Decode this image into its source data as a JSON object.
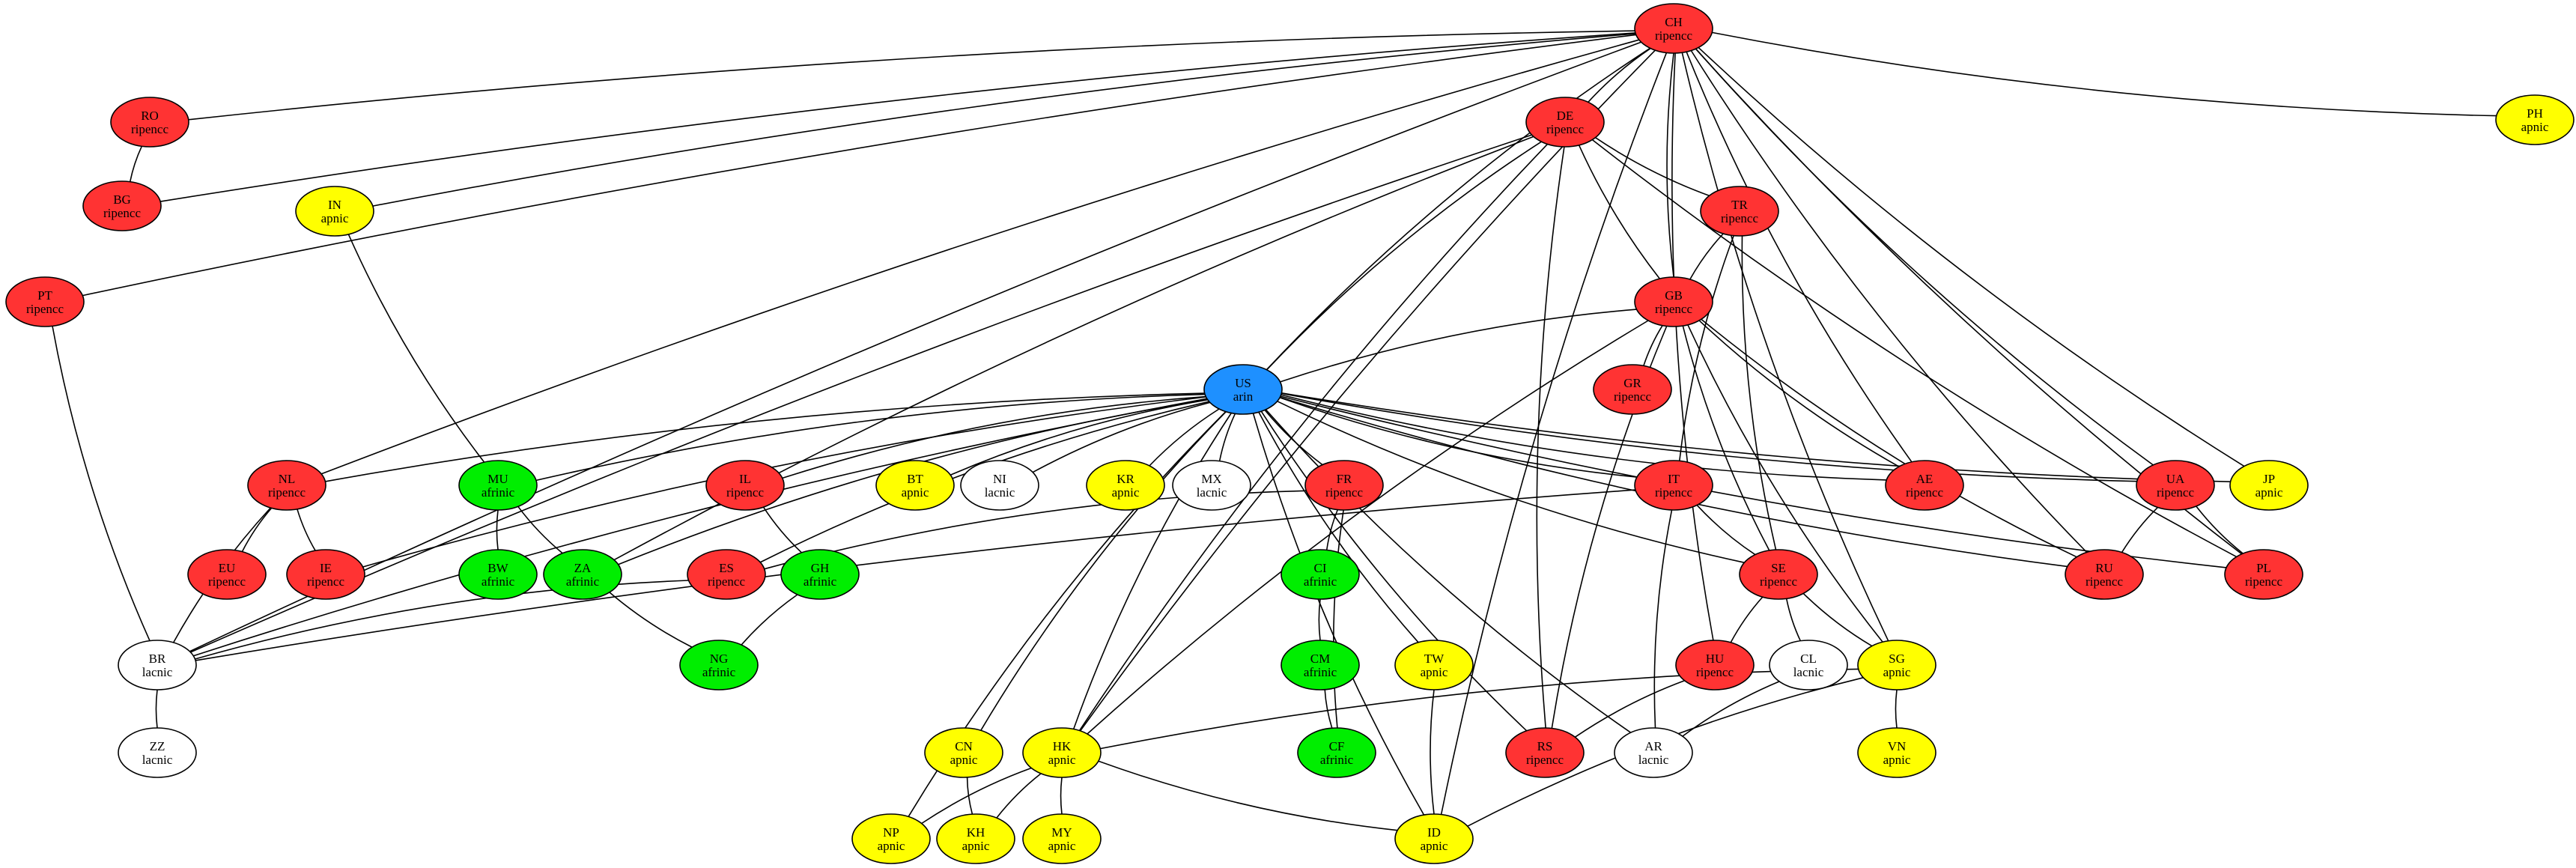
{
  "colors": {
    "ripencc": "#ff3333",
    "arin": "#1e90ff",
    "apnic": "#ffff00",
    "afrinic": "#00ee00",
    "lacnic": "#ffffff",
    "edge": "#000000"
  },
  "nodes": [
    {
      "id": "CH",
      "country": "CH",
      "registry": "ripencc"
    },
    {
      "id": "PH",
      "country": "PH",
      "registry": "apnic"
    },
    {
      "id": "RO",
      "country": "RO",
      "registry": "ripencc"
    },
    {
      "id": "BG",
      "country": "BG",
      "registry": "ripencc"
    },
    {
      "id": "DE",
      "country": "DE",
      "registry": "ripencc"
    },
    {
      "id": "IN",
      "country": "IN",
      "registry": "apnic"
    },
    {
      "id": "TR",
      "country": "TR",
      "registry": "ripencc"
    },
    {
      "id": "PT",
      "country": "PT",
      "registry": "ripencc"
    },
    {
      "id": "GB",
      "country": "GB",
      "registry": "ripencc"
    },
    {
      "id": "GR",
      "country": "GR",
      "registry": "ripencc"
    },
    {
      "id": "US",
      "country": "US",
      "registry": "arin"
    },
    {
      "id": "NL",
      "country": "NL",
      "registry": "ripencc"
    },
    {
      "id": "MU",
      "country": "MU",
      "registry": "afrinic"
    },
    {
      "id": "IL",
      "country": "IL",
      "registry": "ripencc"
    },
    {
      "id": "BT",
      "country": "BT",
      "registry": "apnic"
    },
    {
      "id": "NI",
      "country": "NI",
      "registry": "lacnic"
    },
    {
      "id": "KR",
      "country": "KR",
      "registry": "apnic"
    },
    {
      "id": "MX",
      "country": "MX",
      "registry": "lacnic"
    },
    {
      "id": "FR",
      "country": "FR",
      "registry": "ripencc"
    },
    {
      "id": "IT",
      "country": "IT",
      "registry": "ripencc"
    },
    {
      "id": "AE",
      "country": "AE",
      "registry": "ripencc"
    },
    {
      "id": "UA",
      "country": "UA",
      "registry": "ripencc"
    },
    {
      "id": "JP",
      "country": "JP",
      "registry": "apnic"
    },
    {
      "id": "EU",
      "country": "EU",
      "registry": "ripencc"
    },
    {
      "id": "IE",
      "country": "IE",
      "registry": "ripencc"
    },
    {
      "id": "BW",
      "country": "BW",
      "registry": "afrinic"
    },
    {
      "id": "ZA",
      "country": "ZA",
      "registry": "afrinic"
    },
    {
      "id": "ES",
      "country": "ES",
      "registry": "ripencc"
    },
    {
      "id": "GH",
      "country": "GH",
      "registry": "afrinic"
    },
    {
      "id": "CI",
      "country": "CI",
      "registry": "afrinic"
    },
    {
      "id": "SE",
      "country": "SE",
      "registry": "ripencc"
    },
    {
      "id": "RU",
      "country": "RU",
      "registry": "ripencc"
    },
    {
      "id": "PL",
      "country": "PL",
      "registry": "ripencc"
    },
    {
      "id": "BR",
      "country": "BR",
      "registry": "lacnic"
    },
    {
      "id": "NG",
      "country": "NG",
      "registry": "afrinic"
    },
    {
      "id": "CM",
      "country": "CM",
      "registry": "afrinic"
    },
    {
      "id": "TW",
      "country": "TW",
      "registry": "apnic"
    },
    {
      "id": "HU",
      "country": "HU",
      "registry": "ripencc"
    },
    {
      "id": "CL",
      "country": "CL",
      "registry": "lacnic"
    },
    {
      "id": "SG",
      "country": "SG",
      "registry": "apnic"
    },
    {
      "id": "ZZ",
      "country": "ZZ",
      "registry": "lacnic"
    },
    {
      "id": "CN",
      "country": "CN",
      "registry": "apnic"
    },
    {
      "id": "HK",
      "country": "HK",
      "registry": "apnic"
    },
    {
      "id": "CF",
      "country": "CF",
      "registry": "afrinic"
    },
    {
      "id": "RS",
      "country": "RS",
      "registry": "ripencc"
    },
    {
      "id": "AR",
      "country": "AR",
      "registry": "lacnic"
    },
    {
      "id": "VN",
      "country": "VN",
      "registry": "apnic"
    },
    {
      "id": "NP",
      "country": "NP",
      "registry": "apnic"
    },
    {
      "id": "KH",
      "country": "KH",
      "registry": "apnic"
    },
    {
      "id": "MY",
      "country": "MY",
      "registry": "apnic"
    },
    {
      "id": "ID",
      "country": "ID",
      "registry": "apnic"
    }
  ],
  "edges": [
    [
      "CH",
      "PH"
    ],
    [
      "CH",
      "RO"
    ],
    [
      "CH",
      "BG"
    ],
    [
      "CH",
      "PT"
    ],
    [
      "CH",
      "IN"
    ],
    [
      "CH",
      "DE"
    ],
    [
      "CH",
      "NL"
    ],
    [
      "CH",
      "BR"
    ],
    [
      "CH",
      "US"
    ],
    [
      "CH",
      "GB"
    ],
    [
      "CH",
      "HK"
    ],
    [
      "CH",
      "AE"
    ],
    [
      "CH",
      "RU"
    ],
    [
      "CH",
      "JP"
    ],
    [
      "CH",
      "UA"
    ],
    [
      "CH",
      "PL"
    ],
    [
      "CH",
      "HU"
    ],
    [
      "CH",
      "SG"
    ],
    [
      "CH",
      "ID"
    ],
    [
      "RO",
      "BG"
    ],
    [
      "PT",
      "BR"
    ],
    [
      "IN",
      "MU"
    ],
    [
      "DE",
      "TR"
    ],
    [
      "DE",
      "GB"
    ],
    [
      "DE",
      "US"
    ],
    [
      "DE",
      "RS"
    ],
    [
      "DE",
      "BR"
    ],
    [
      "DE",
      "ZA"
    ],
    [
      "DE",
      "HK"
    ],
    [
      "DE",
      "PL"
    ],
    [
      "TR",
      "GB"
    ],
    [
      "TR",
      "IT"
    ],
    [
      "TR",
      "SE"
    ],
    [
      "GB",
      "GR"
    ],
    [
      "GB",
      "US"
    ],
    [
      "GB",
      "AE"
    ],
    [
      "GB",
      "RU"
    ],
    [
      "GB",
      "SE"
    ],
    [
      "GB",
      "RS"
    ],
    [
      "GB",
      "HK"
    ],
    [
      "GB",
      "SG"
    ],
    [
      "US",
      "NL"
    ],
    [
      "US",
      "MU"
    ],
    [
      "US",
      "IL"
    ],
    [
      "US",
      "BT"
    ],
    [
      "US",
      "NI"
    ],
    [
      "US",
      "KR"
    ],
    [
      "US",
      "MX"
    ],
    [
      "US",
      "FR"
    ],
    [
      "US",
      "IT"
    ],
    [
      "US",
      "AE"
    ],
    [
      "US",
      "UA"
    ],
    [
      "US",
      "JP"
    ],
    [
      "US",
      "IE"
    ],
    [
      "US",
      "BR"
    ],
    [
      "US",
      "ZA"
    ],
    [
      "US",
      "ES"
    ],
    [
      "US",
      "SE"
    ],
    [
      "US",
      "RU"
    ],
    [
      "US",
      "PL"
    ],
    [
      "US",
      "NP"
    ],
    [
      "US",
      "CN"
    ],
    [
      "US",
      "HK"
    ],
    [
      "US",
      "ID"
    ],
    [
      "US",
      "TW"
    ],
    [
      "US",
      "RS"
    ],
    [
      "US",
      "AR"
    ],
    [
      "NL",
      "EU"
    ],
    [
      "NL",
      "IE"
    ],
    [
      "NL",
      "BR"
    ],
    [
      "MU",
      "BW"
    ],
    [
      "MU",
      "ZA"
    ],
    [
      "IL",
      "GH"
    ],
    [
      "FR",
      "ES"
    ],
    [
      "FR",
      "CI"
    ],
    [
      "FR",
      "CF"
    ],
    [
      "IT",
      "SE"
    ],
    [
      "IT",
      "AR"
    ],
    [
      "IT",
      "BR"
    ],
    [
      "UA",
      "RU"
    ],
    [
      "UA",
      "PL"
    ],
    [
      "ZA",
      "NG"
    ],
    [
      "ES",
      "BR"
    ],
    [
      "GH",
      "NG"
    ],
    [
      "CI",
      "CM"
    ],
    [
      "CM",
      "CF"
    ],
    [
      "SE",
      "HU"
    ],
    [
      "SE",
      "CL"
    ],
    [
      "SE",
      "SG"
    ],
    [
      "BR",
      "ZZ"
    ],
    [
      "TW",
      "ID"
    ],
    [
      "HU",
      "RS"
    ],
    [
      "CL",
      "AR"
    ],
    [
      "SG",
      "VN"
    ],
    [
      "SG",
      "HK"
    ],
    [
      "SG",
      "ID"
    ],
    [
      "CN",
      "KH"
    ],
    [
      "HK",
      "NP"
    ],
    [
      "HK",
      "KH"
    ],
    [
      "HK",
      "MY"
    ],
    [
      "HK",
      "ID"
    ]
  ]
}
